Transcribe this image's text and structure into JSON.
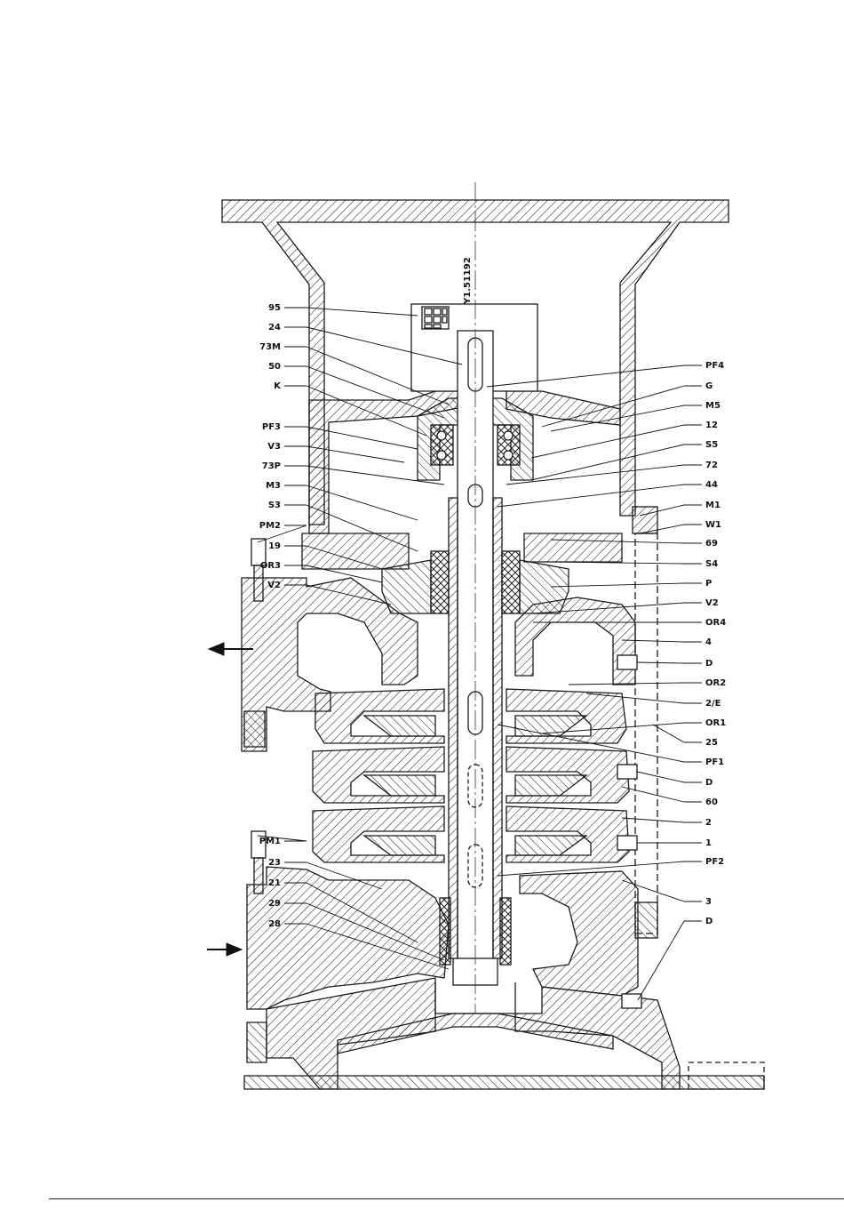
{
  "drawing_code": "Y1.51192",
  "labels_left": [
    "95",
    "24",
    "73M",
    "50",
    "K",
    "PF3",
    "V3",
    "73P",
    "M3",
    "S3",
    "PM2",
    "19",
    "OR3",
    "V2",
    "PM1",
    "23",
    "21",
    "29",
    "28"
  ],
  "labels_right": [
    "PF4",
    "G",
    "M5",
    "12",
    "S5",
    "72",
    "44",
    "M1",
    "W1",
    "69",
    "S4",
    "P",
    "V2",
    "OR4",
    "4",
    "D",
    "OR2",
    "2/E",
    "OR1",
    "25",
    "PF1",
    "D",
    "60",
    "2",
    "1",
    "PF2",
    "3",
    "D"
  ],
  "arrows": {
    "outlet": "outlet-arrow",
    "inlet": "inlet-arrow"
  },
  "colors": {
    "line": "#1a1a1a",
    "background": "#ffffff"
  }
}
